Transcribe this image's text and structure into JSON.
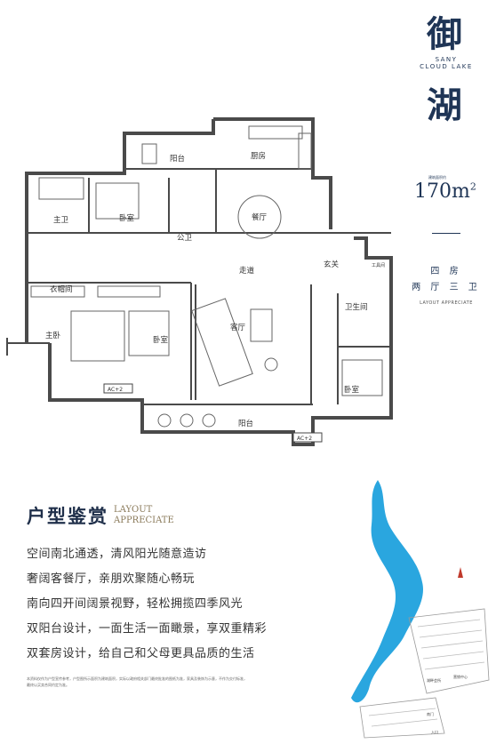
{
  "brand": {
    "chinese_1": "御",
    "chinese_2": "湖",
    "english_line1": "SANY",
    "english_line2": "CLOUD LAKE"
  },
  "unit": {
    "area_tag": "建筑面积约",
    "area_value": "170",
    "area_unit": "m",
    "area_sup": "2",
    "layout_line1": "四 房",
    "layout_line2": "两 厅 三 卫",
    "layout_en": "LAYOUT APPRECIATE"
  },
  "floorplan": {
    "rooms": {
      "balcony_top": "阳台",
      "kitchen": "厨房",
      "master_bath": "主卫",
      "bedroom_top": "卧室",
      "public_bath": "公卫",
      "dining": "餐厅",
      "corridor": "走道",
      "entrance": "玄关",
      "tool_room": "工具间",
      "closet": "衣帽间",
      "master_bedroom": "主卧",
      "bedroom_mid": "卧室",
      "living": "客厅",
      "bath_right": "卫生间",
      "bedroom_right": "卧室",
      "balcony_bottom": "阳台"
    },
    "ac_label_1": "AC+2",
    "ac_label_2": "AC+2"
  },
  "appreciation": {
    "title": "户型鉴赏",
    "title_en_1": "LAYOUT",
    "title_en_2": "APPRECIATE",
    "features": [
      "空间南北通透，清风阳光随意造访",
      "奢阔客餐厅，亲朋欢聚随心畅玩",
      "南向四开间阔景视野，轻松拥揽四季风光",
      "双阳台设计，一面生活一面瞰景，享双重精彩",
      "双套房设计，给自己和父母更具品质的生活"
    ],
    "disclaimer": "本资料仅作为户型宣传参考，户型图所示面积为建筑面积，实际以政府相关部门最终批准的图纸为准，家具及装饰为示意，不作为交付标准，最终以买卖合同约定为准。"
  },
  "map": {
    "labels": {
      "club": "湖畔会所",
      "sales": "营销中心",
      "entry": "入口",
      "south_gate": "南门"
    }
  },
  "colors": {
    "brand_navy": "#1f3556",
    "wall": "#4a4a4a",
    "lake": "#2aa6df",
    "gold": "#8a7a5a"
  }
}
